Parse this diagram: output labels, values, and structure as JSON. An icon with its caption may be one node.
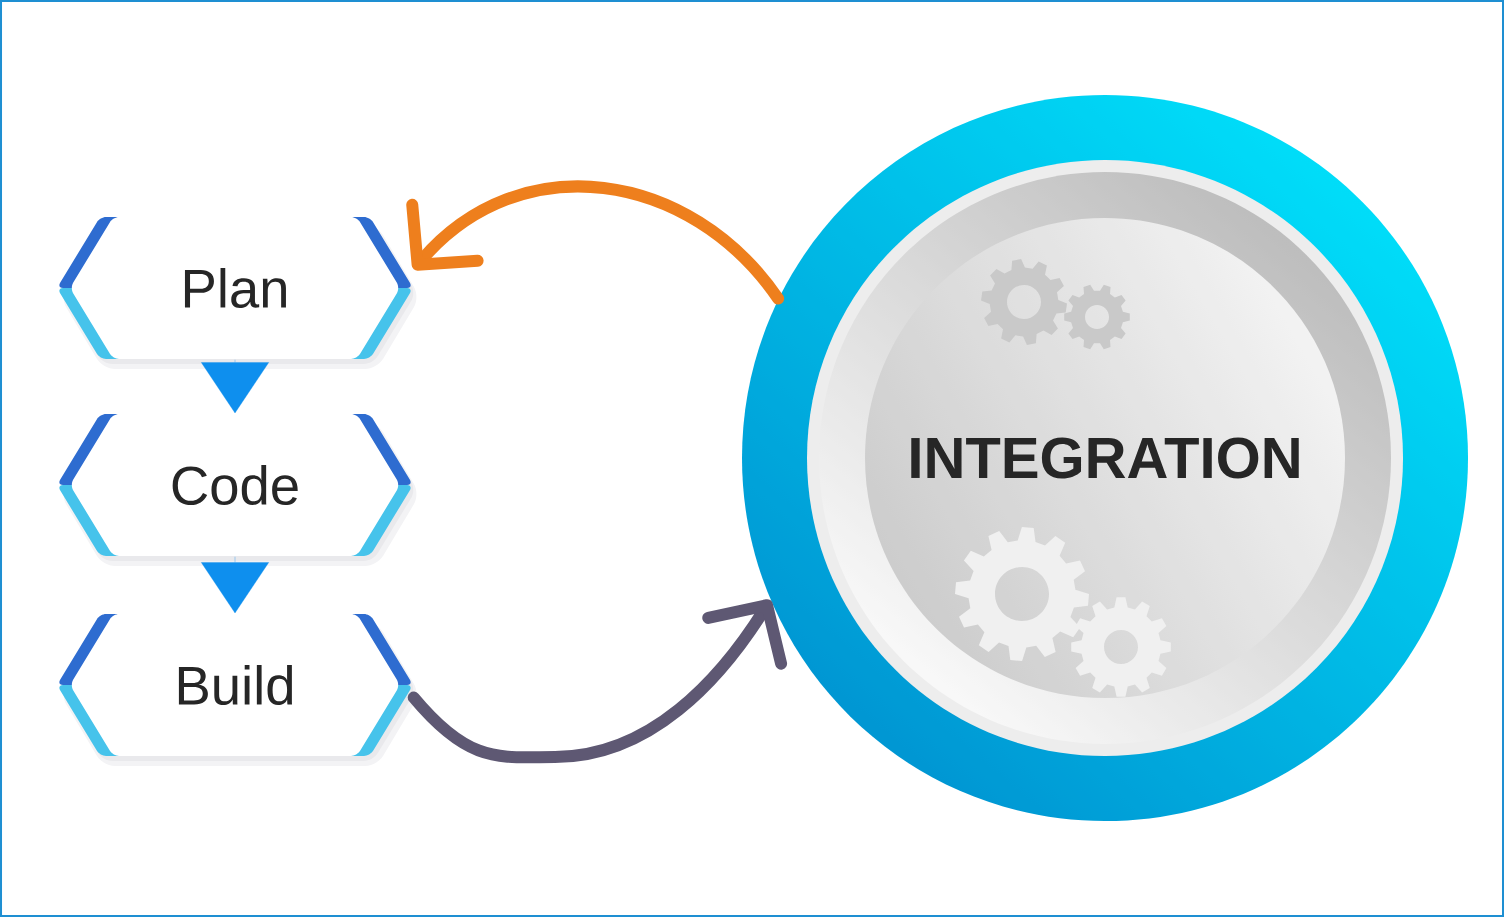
{
  "diagram": {
    "nodes": [
      {
        "text": [
          "Plan"
        ]
      },
      {
        "text": [
          "Code"
        ]
      },
      {
        "text": [
          "Build"
        ]
      },
      {
        "text": [
          "INTEGRATION"
        ]
      }
    ],
    "edges": [
      {
        "from": 0,
        "to": 1,
        "arrow": "to"
      },
      {
        "from": 1,
        "to": 2,
        "arrow": "to"
      },
      {
        "from": 2,
        "to": 3,
        "arrow": "to",
        "style": "thick",
        "color": "#5e5873"
      },
      {
        "from": 3,
        "to": 0,
        "arrow": "to",
        "style": "thick",
        "color": "#ee7f1d"
      }
    ]
  }
}
